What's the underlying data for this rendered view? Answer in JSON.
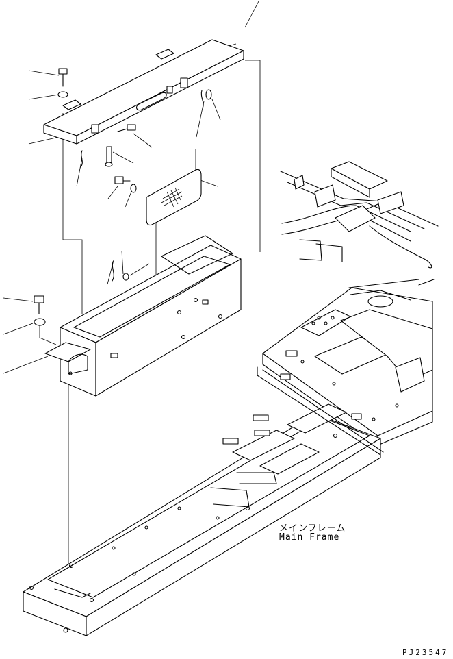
{
  "labels": {
    "main_frame_jp": "メインフレーム",
    "main_frame_en": "Main Frame",
    "drawing_code": "PJ23547"
  },
  "colors": {
    "line": "#000000",
    "background": "#ffffff"
  }
}
